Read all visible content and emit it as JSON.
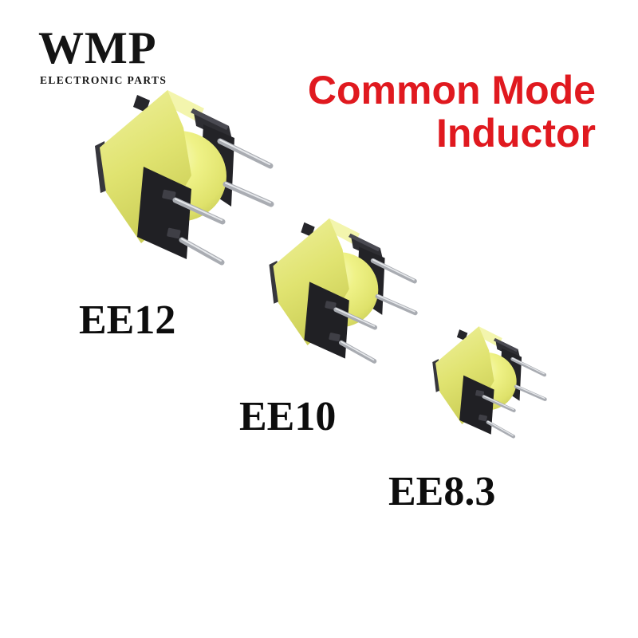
{
  "brand": {
    "name": "WMP",
    "tagline": "ELECTRONIC PARTS"
  },
  "headline": {
    "line1": "Common Mode",
    "line2": "Inductor",
    "color": "#e0191f"
  },
  "products": [
    {
      "label": "EE12"
    },
    {
      "label": "EE10"
    },
    {
      "label": "EE8.3"
    }
  ],
  "palette": {
    "background": "#ffffff",
    "headline_red": "#e0191f",
    "logo_black": "#141414",
    "tape_yellow": "#e3e671",
    "tape_highlight": "#f6f8b8",
    "bobbin_black": "#232327",
    "pin_silver": "#b4b7bd"
  }
}
